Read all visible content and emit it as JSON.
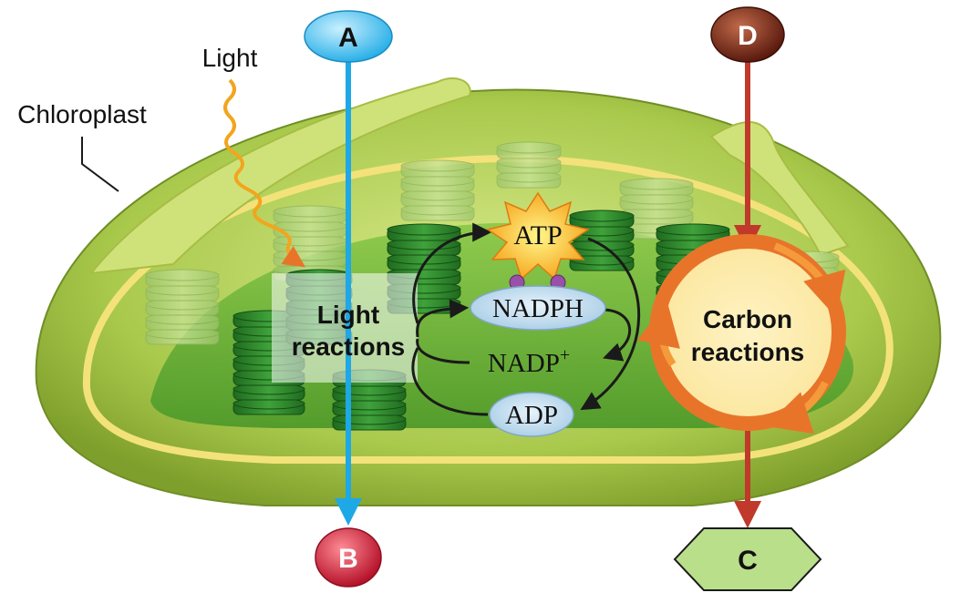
{
  "labels": {
    "chloroplast": "Chloroplast",
    "light": "Light",
    "light_reactions_line1": "Light",
    "light_reactions_line2": "reactions",
    "carbon_reactions_line1": "Carbon",
    "carbon_reactions_line2": "reactions",
    "atp": "ATP",
    "nadph": "NADPH",
    "nadp_plus": "NADP",
    "nadp_plus_superscript": "+",
    "adp": "ADP"
  },
  "markers": {
    "a": "A",
    "b": "B",
    "c": "C",
    "d": "D"
  },
  "colors": {
    "arrow_blue": "#1ea8e6",
    "arrow_red": "#c0392b",
    "marker_a": "#4fc3f0",
    "marker_b": "#d8283a",
    "marker_d": "#7a2a1c",
    "marker_c": "#b9df8a",
    "chloroplast_outer": "#a8c84a",
    "stroma": "#6fb83a",
    "thylakoid": "#2f8a2a",
    "cycle_ring": "#e8742a"
  }
}
